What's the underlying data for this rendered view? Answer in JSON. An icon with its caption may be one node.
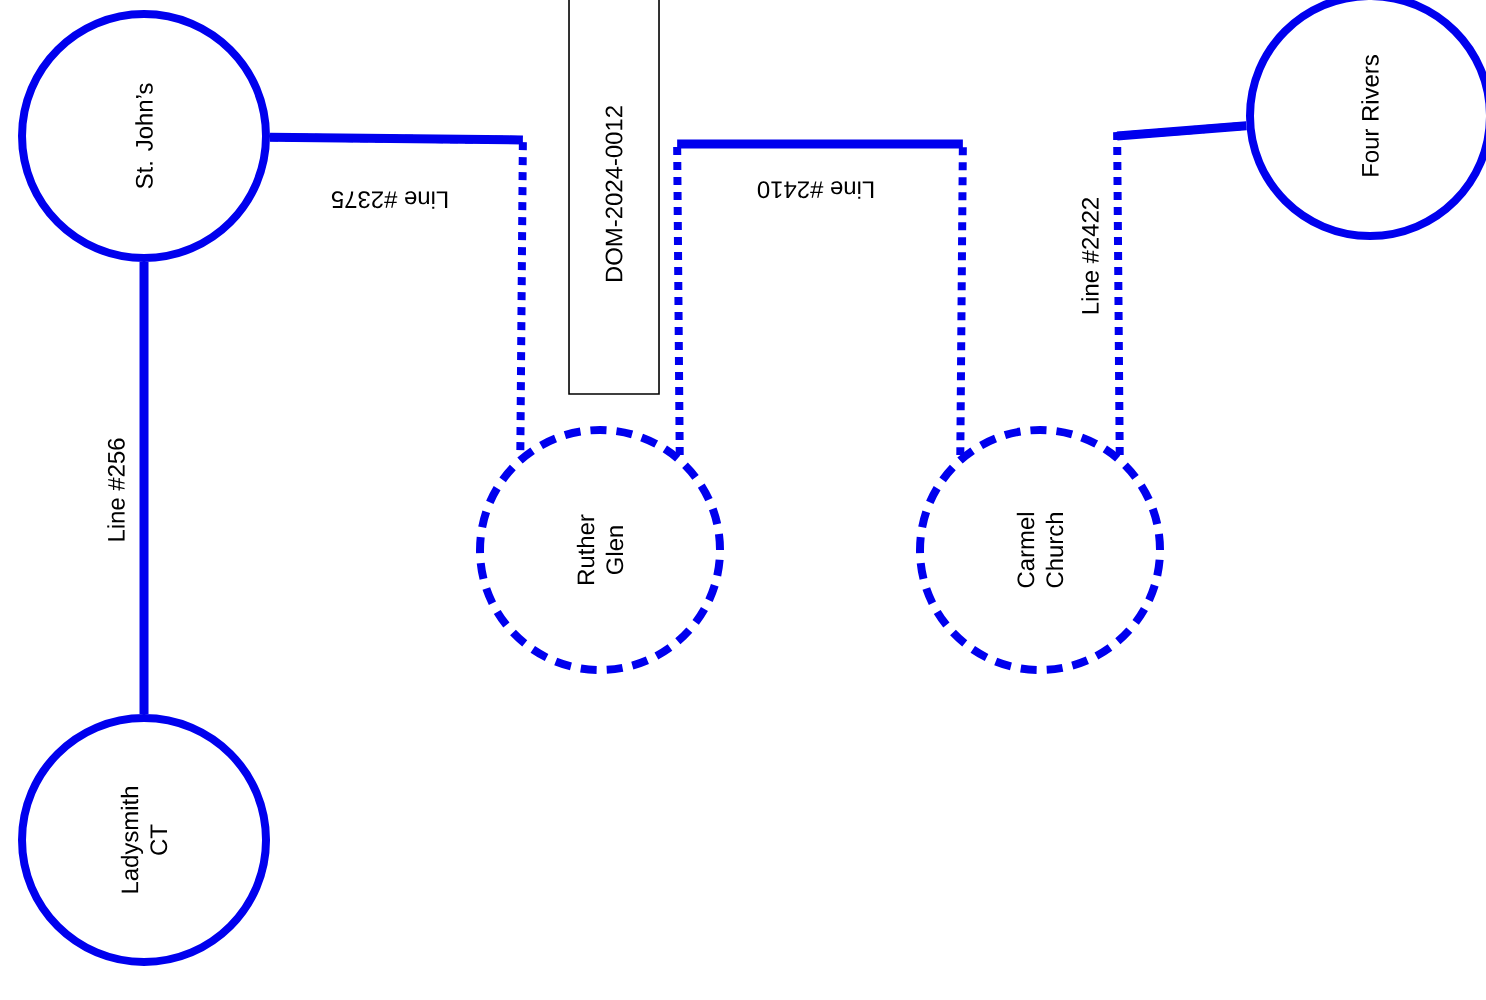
{
  "diagram": {
    "nodes": [
      {
        "text": [
          "St. John’s"
        ]
      },
      {
        "text": [
          "Ladysmith CT"
        ]
      },
      {
        "text": [
          "Ruther Glen"
        ]
      },
      {
        "text": [
          "Carmel Church"
        ]
      },
      {
        "text": [
          "Four Rivers"
        ]
      },
      {
        "text": [
          "DOM-2024-0012"
        ]
      }
    ],
    "edges": [
      {
        "from": 0,
        "to": 1,
        "arrow": "none",
        "label": "Line #256"
      },
      {
        "from": 0,
        "to": 2,
        "arrow": "none",
        "label": "Line #2375",
        "style": "dashed"
      },
      {
        "from": 2,
        "to": 3,
        "arrow": "none",
        "label": "Line #2410",
        "style": "dashed"
      },
      {
        "from": 3,
        "to": 4,
        "arrow": "none",
        "label": "Line #2422",
        "style": "dashed"
      }
    ]
  }
}
